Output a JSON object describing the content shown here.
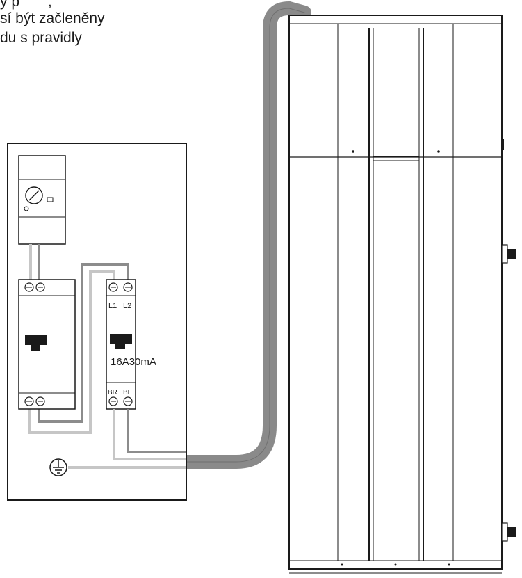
{
  "caption": {
    "line1": "y p       ,",
    "line2": "sí být začleněny",
    "line3": "du s pravidly"
  },
  "rcd": {
    "top_terminal_l1": "L1",
    "top_terminal_l2": "L2",
    "rating": "16A30mA",
    "bottom_terminal_br": "BR",
    "bottom_terminal_bl": "BL"
  },
  "colors": {
    "outline": "#1a1a1a",
    "wire_dark": "#8c8c8c",
    "wire_light": "#c6c6c6",
    "hose": "#8a8a8a"
  }
}
